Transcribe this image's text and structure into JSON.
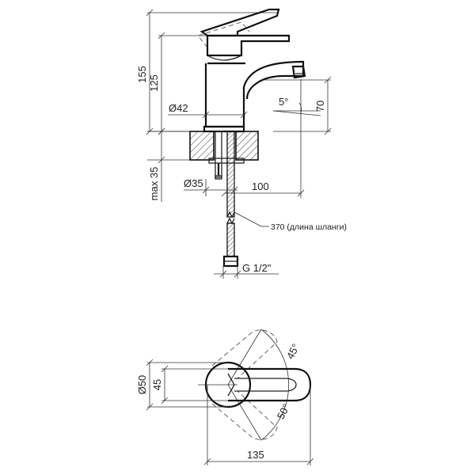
{
  "dimensions": {
    "total_height": "155",
    "body_height": "125",
    "body_diameter": "Ø42",
    "spout_angle": "5°",
    "spout_height": "70",
    "max_thickness": "max 35",
    "mount_diameter": "Ø35",
    "spout_reach": "100",
    "hose_length": "370 (длина шланги)",
    "thread": "G 1/2\"",
    "base_diameter": "Ø50",
    "handle_width": "45",
    "rotation_upper": "45°",
    "rotation_lower": "50°",
    "total_length": "135"
  }
}
